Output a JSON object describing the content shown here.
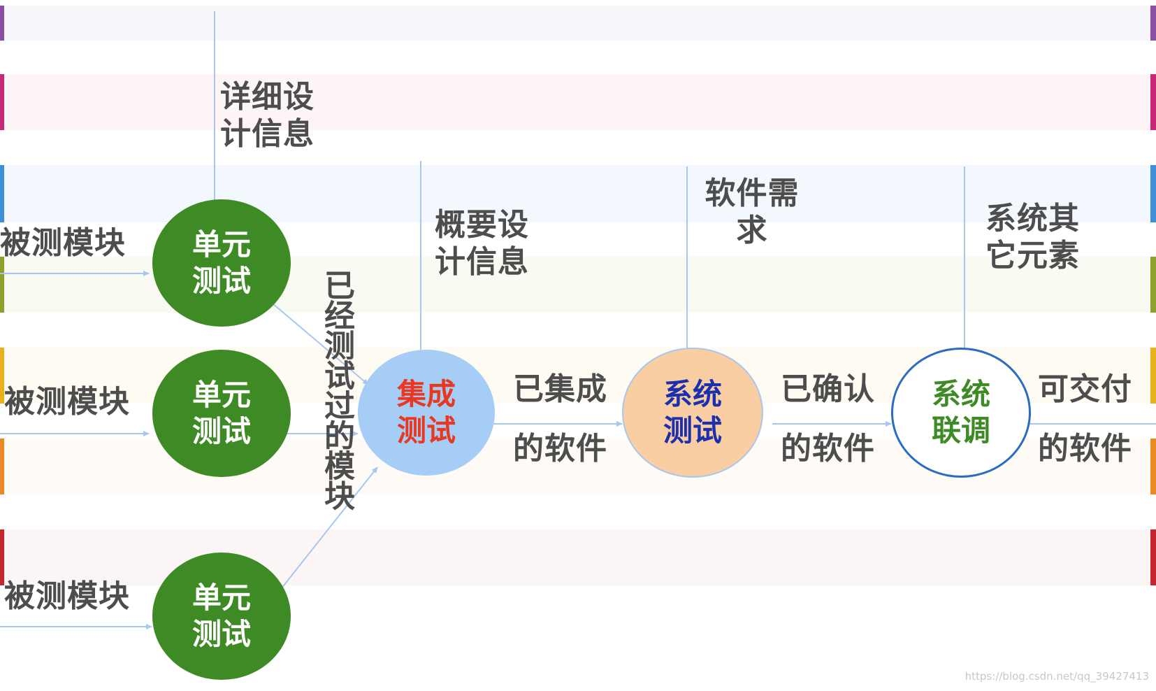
{
  "colors": {
    "unit_fill": "#3e8a25",
    "unit_text": "#ffffff",
    "integration_fill": "#a5cdf5",
    "integration_text": "#e8381f",
    "system_fill": "#f8ceA2",
    "system_text": "#1c2fae",
    "joint_fill": "#ffffff",
    "joint_border": "#2a6cc0",
    "joint_text": "#3e8a25",
    "arrow": "#a8c7ee",
    "label_text": "#4d4d4d"
  },
  "inputs": {
    "module_1": "被测模块",
    "module_2": "被测模块",
    "module_3": "被测模块"
  },
  "nodes": {
    "unit_1": "单元测试",
    "unit_2": "单元测试",
    "unit_3": "单元测试",
    "integration": "集成测试",
    "system": "系统测试",
    "joint": "系统联调"
  },
  "labels": {
    "detailed_design": "详细设计信息",
    "tested_modules": "已经测试过的模块",
    "outline_design": "概要设计信息",
    "software_requirements": "软件需求",
    "system_other_elements": "系统其它元素",
    "integrated_software_1": "已集成",
    "integrated_software_2": "的软件",
    "confirmed_software_1": "已确认",
    "confirmed_software_2": "的软件",
    "deliverable_software_1": "可交付",
    "deliverable_software_2": "的软件"
  },
  "watermark": "https://blog.csdn.net/qq_39427413"
}
